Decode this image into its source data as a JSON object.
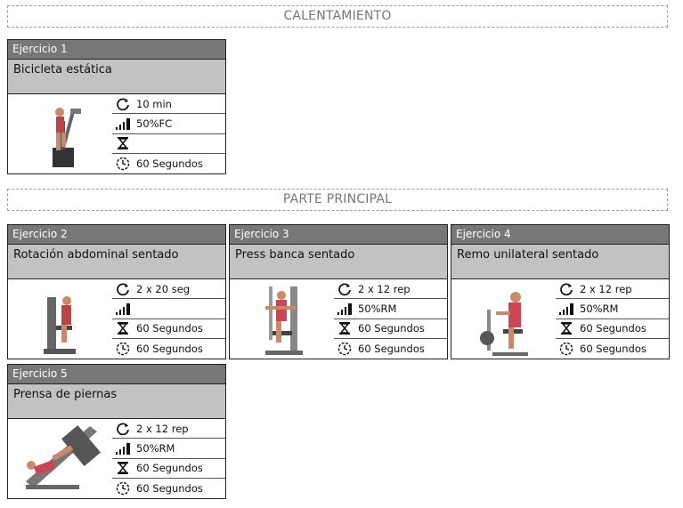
{
  "sections": {
    "warmup_title": "CALENTAMIENTO",
    "main_title": "PARTE PRINCIPAL"
  },
  "cards": [
    {
      "header": "Ejercicio 1",
      "name": "Bicicleta estática",
      "reps": "10 min",
      "intensity": "50%FC",
      "rest_sets": "",
      "rest_ex": "60 Segundos",
      "image": "stationary-bike"
    },
    {
      "header": "Ejercicio 2",
      "name": "Rotación abdominal sentado",
      "reps": "2 x 20 seg",
      "intensity": "",
      "rest_sets": "60 Segundos",
      "rest_ex": "60 Segundos",
      "image": "seated-rotation-machine"
    },
    {
      "header": "Ejercicio 3",
      "name": "Press banca sentado",
      "reps": "2 x 12 rep",
      "intensity": "50%RM",
      "rest_sets": "60 Segundos",
      "rest_ex": "60 Segundos",
      "image": "seated-chest-press-machine"
    },
    {
      "header": "Ejercicio 4",
      "name": "Remo unilateral sentado",
      "reps": "2 x 12 rep",
      "intensity": "50%RM",
      "rest_sets": "60 Segundos",
      "rest_ex": "60 Segundos",
      "image": "seated-row-machine"
    },
    {
      "header": "Ejercicio 5",
      "name": "Prensa de piernas",
      "reps": "2 x 12 rep",
      "intensity": "50%RM",
      "rest_sets": "60 Segundos",
      "rest_ex": "60 Segundos",
      "image": "leg-press-machine"
    }
  ],
  "icons": [
    "repeat-icon",
    "intensity-bars-icon",
    "hourglass-icon",
    "clock-icon"
  ]
}
